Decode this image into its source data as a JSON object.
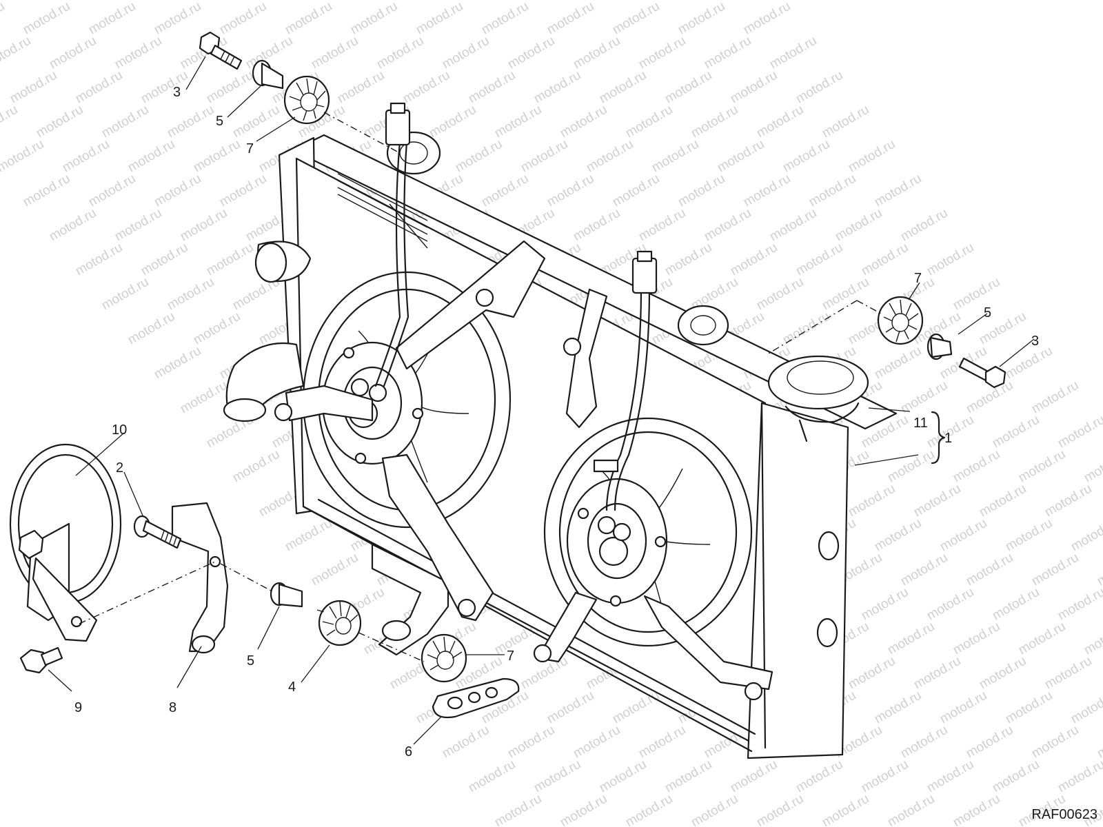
{
  "watermark": "motod.ru",
  "drawing_ref": "RAF00623",
  "callouts": {
    "c1": "1",
    "c2": "2",
    "c3a": "3",
    "c3b": "3",
    "c4": "4",
    "c5a": "5",
    "c5b": "5",
    "c5c": "5",
    "c6": "6",
    "c7a": "7",
    "c7b": "7",
    "c7c": "7",
    "c8": "8",
    "c9": "9",
    "c10": "10",
    "c11": "11"
  }
}
